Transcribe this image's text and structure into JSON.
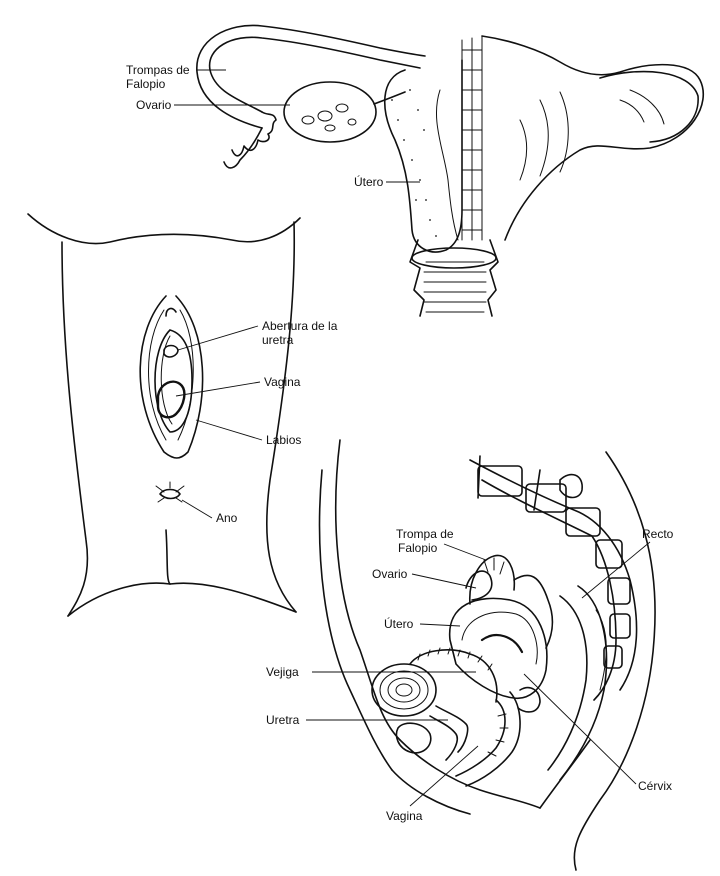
{
  "labels": {
    "trompas_falopio_1": "Trompas de",
    "trompas_falopio_2": "Falopio",
    "ovario_top": "Ovario",
    "utero_top": "Útero",
    "abertura_1": "Abertura de la",
    "abertura_2": "uretra",
    "vagina_ext": "Vagina",
    "labios": "Labios",
    "ano": "Ano",
    "trompa_side_1": "Trompa de",
    "trompa_side_2": "Falopio",
    "ovario_side": "Ovario",
    "utero_side": "Útero",
    "recto": "Recto",
    "vejiga": "Vejiga",
    "uretra": "Uretra",
    "cervix": "Cérvix",
    "vagina_side": "Vagina"
  }
}
